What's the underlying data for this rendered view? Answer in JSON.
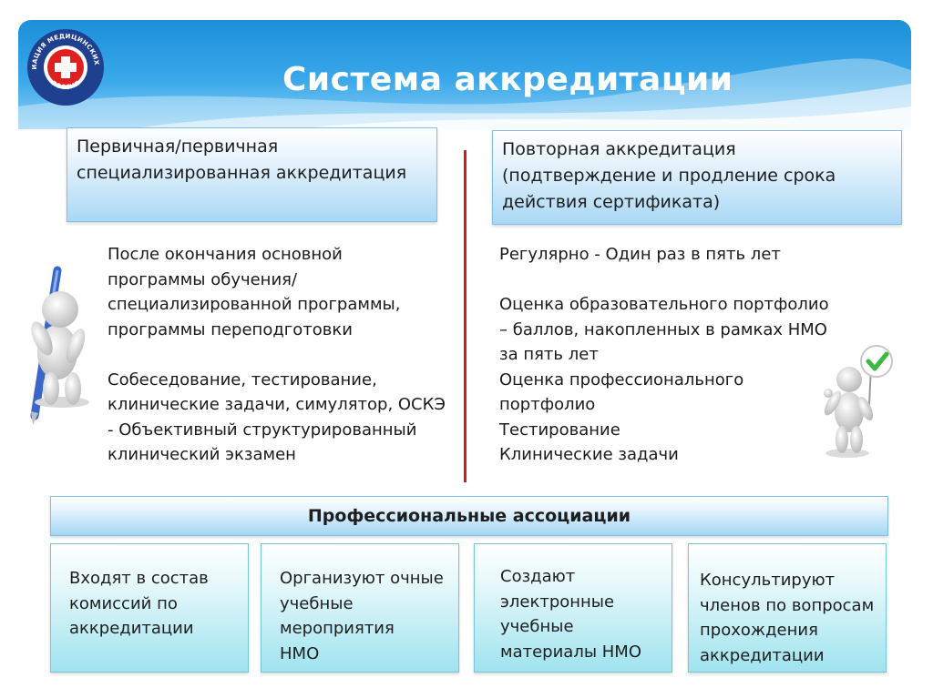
{
  "header": {
    "title": "Система аккредитации",
    "logo_text_top": "АССОЦИАЦИЯ МЕДИЦИНСКИХ СЕСТЕР",
    "logo_text_bottom": "РОССИЯ"
  },
  "left": {
    "heading": "Первичная/первичная специализированная аккредитация",
    "body": "После окончания основной\nпрограммы обучения/\nспециализированной программы,\nпрограммы переподготовки\n\nСобеседование, тестирование,\nклинические задачи, симулятор, ОСКЭ\n- Объективный структурированный\nклинический экзамен"
  },
  "right": {
    "heading": "Повторная аккредитация (подтверждение и продление срока действия сертификата)",
    "body": "Регулярно - Один раз в пять лет\n\nОценка образовательного портфолио\n– баллов, накопленных в рамках НМО\nза пять лет\nОценка профессионального\nпортфолио\nТестирование\nКлинические задачи"
  },
  "associations": {
    "heading": "Профессиональные ассоциации",
    "cards": [
      "Входят в состав\nкомиссий по\nаккредитации",
      "Организуют очные\nучебные\nмероприятия\nНМО",
      "Создают\nэлектронные\nучебные\nматериалы НМО",
      "Консультируют\nчленов по вопросам\nпрохождения\nаккредитации"
    ]
  },
  "colors": {
    "header_blue": "#1c8fd8",
    "divider_red": "#cc2020",
    "logo_red": "#e02020",
    "logo_blue": "#1f3f8f"
  },
  "icons": [
    "logo-icon",
    "person-with-pen-icon",
    "person-with-checkmark-icon",
    "checkmark-icon"
  ]
}
